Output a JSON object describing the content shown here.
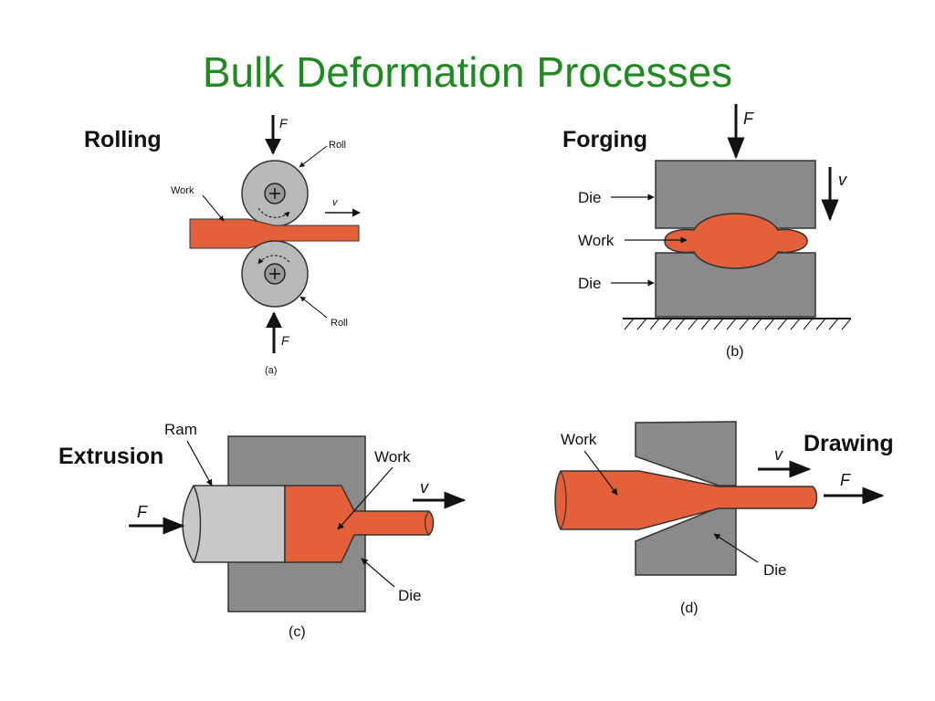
{
  "title": "Bulk Deformation Processes",
  "colors": {
    "work": "#e3603b",
    "die": "#8a8a8a",
    "roll": "#b9b9b9",
    "ram": "#c8c8c8",
    "title": "#1f8a1f"
  },
  "panels": {
    "rolling": {
      "heading": "Rolling",
      "labels": {
        "force_top": "F",
        "roll_top": "Roll",
        "work": "Work",
        "velocity": "v",
        "roll_bottom": "Roll",
        "force_bottom": "F",
        "caption": "(a)"
      }
    },
    "forging": {
      "heading": "Forging",
      "labels": {
        "force": "F",
        "velocity": "v",
        "die_top": "Die",
        "work": "Work",
        "die_bottom": "Die",
        "caption": "(b)"
      }
    },
    "extrusion": {
      "heading": "Extrusion",
      "labels": {
        "ram": "Ram",
        "force": "F",
        "work": "Work",
        "velocity": "v",
        "die": "Die",
        "caption": "(c)"
      }
    },
    "drawing": {
      "heading": "Drawing",
      "labels": {
        "work": "Work",
        "velocity": "v",
        "force": "F",
        "die": "Die",
        "caption": "(d)"
      }
    }
  }
}
